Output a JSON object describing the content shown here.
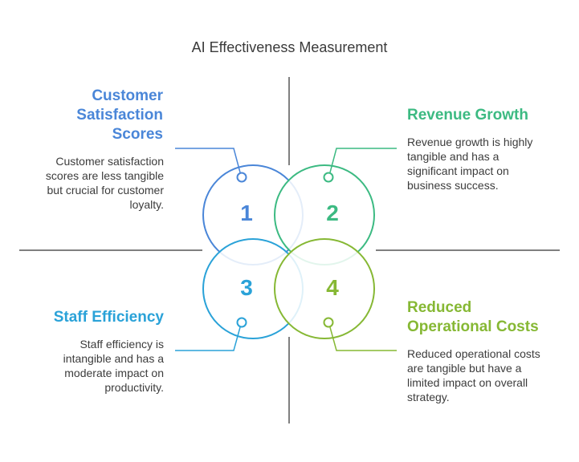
{
  "title": "AI Effectiveness Measurement",
  "colors": {
    "axis": "#555555",
    "q1": "#4a86d8",
    "q2": "#3cba82",
    "q3": "#2aa2d8",
    "q4": "#86b834"
  },
  "quadrants": [
    {
      "number": "1",
      "heading": "Customer Satisfaction Scores",
      "description": "Customer satisfaction scores are less tangible but crucial for customer loyalty."
    },
    {
      "number": "2",
      "heading": "Revenue Growth",
      "description": "Revenue growth is highly tangible and has a significant impact on business success."
    },
    {
      "number": "3",
      "heading": "Staff Efficiency",
      "description": "Staff efficiency is intangible and has a moderate impact on productivity."
    },
    {
      "number": "4",
      "heading": "Reduced Operational Costs",
      "description": "Reduced operational costs are tangible but have a limited impact on overall strategy."
    }
  ]
}
